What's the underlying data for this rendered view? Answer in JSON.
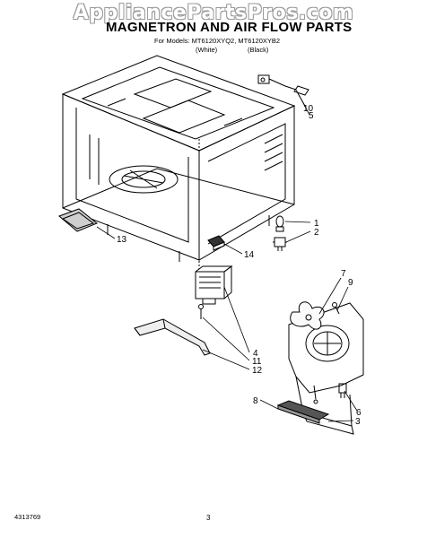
{
  "watermark": "AppliancePartsPros.com",
  "title": "MAGNETRON AND AIR FLOW PARTS",
  "models": "For Models: MT6120XYQ2, MT6120XYB2",
  "variants": [
    "(White)",
    "(Black)"
  ],
  "callouts": [
    "1",
    "2",
    "3",
    "4",
    "5",
    "6",
    "7",
    "8",
    "9",
    "10",
    "11",
    "12",
    "13",
    "14"
  ],
  "footer": {
    "doc_number": "4313769",
    "page": "3"
  }
}
